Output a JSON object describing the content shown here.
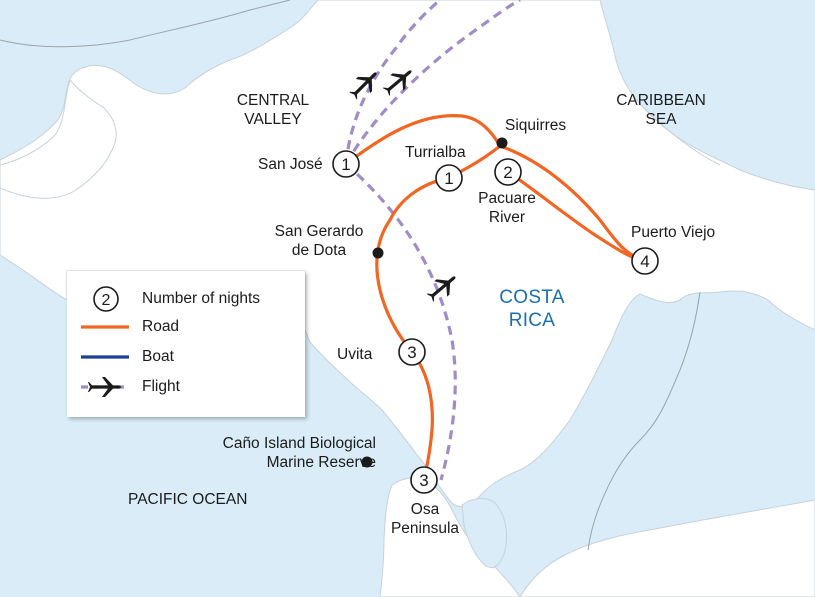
{
  "map": {
    "colors": {
      "water": "#d9ecf7",
      "land": "#ffffff",
      "border": "#9aa3a8",
      "road": "#f26522",
      "boat": "#1f3f97",
      "flight": "#9f8cc9",
      "country_label": "#1b6fae",
      "plane": "#1b1b1b",
      "marker": "#1b1b1b"
    },
    "regions": {
      "central_valley": [
        "CENTRAL",
        "VALLEY"
      ],
      "caribbean_sea": [
        "CARIBBEAN",
        "SEA"
      ],
      "pacific_ocean": "PACIFIC OCEAN",
      "country": [
        "COSTA",
        "RICA"
      ]
    },
    "places": {
      "san_jose": {
        "name": "San José",
        "nights": "1"
      },
      "turrialba": {
        "name": "Turrialba",
        "nights": "1"
      },
      "siquirres": {
        "name": "Siquirres"
      },
      "pacuare_river": {
        "name": [
          "Pacuare",
          "River"
        ],
        "nights": "2"
      },
      "puerto_viejo": {
        "name": "Puerto Viejo",
        "nights": "4"
      },
      "san_gerardo_de_dota": {
        "name": [
          "San Gerardo",
          "de Dota"
        ]
      },
      "uvita": {
        "name": "Uvita",
        "nights": "3"
      },
      "cano_island": {
        "name": [
          "Caño Island Biological",
          "Marine Reserve"
        ]
      },
      "osa_peninsula": {
        "name": [
          "Osa",
          "Peninsula"
        ],
        "nights": "3"
      }
    }
  },
  "legend": {
    "nights_example": "2",
    "items": [
      {
        "symbol": "night-marker",
        "label": "Number of nights"
      },
      {
        "symbol": "road-line",
        "label": "Road"
      },
      {
        "symbol": "boat-line",
        "label": "Boat"
      },
      {
        "symbol": "flight-line",
        "label": "Flight"
      }
    ]
  }
}
